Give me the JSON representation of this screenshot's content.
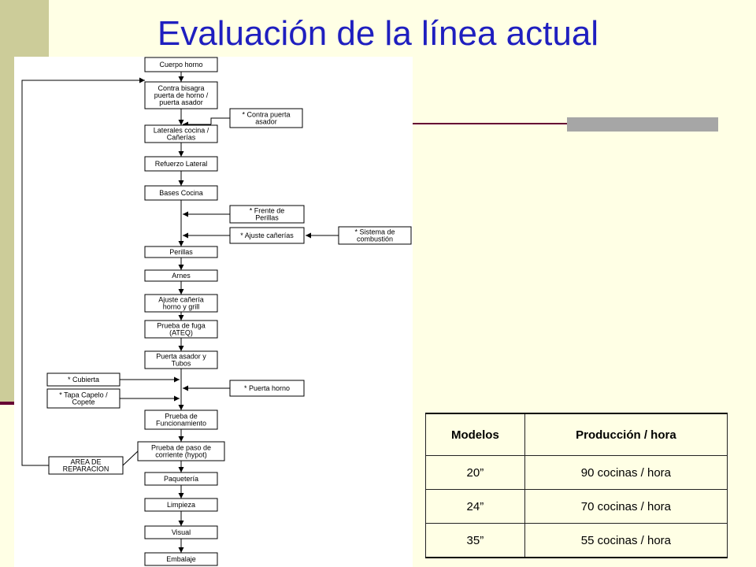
{
  "title": "Evaluación de la línea actual",
  "flowchart": {
    "main_steps": [
      [
        "Cuerpo horno"
      ],
      [
        "Contra bisagra",
        "puerta de horno /",
        "puerta asador"
      ],
      [
        "Laterales cocina /",
        "Cañerías"
      ],
      [
        "Refuerzo Lateral"
      ],
      [
        "Bases Cocina"
      ],
      [
        "Perillas"
      ],
      [
        "Arnes"
      ],
      [
        "Ajuste cañería",
        "horno y grill"
      ],
      [
        "Prueba de fuga",
        "(ATEQ)"
      ],
      [
        "Puerta asador y",
        "Tubos"
      ],
      [
        "Prueba de",
        "Funcionamiento"
      ],
      [
        "Prueba de paso de",
        "corriente (hypot)"
      ],
      [
        "Paquetería"
      ],
      [
        "Limpieza"
      ],
      [
        "Visual"
      ],
      [
        "Embalaje"
      ]
    ],
    "side_inputs": [
      [
        "* Contra puerta",
        "asador"
      ],
      [
        "* Frente de",
        "Perillas"
      ],
      [
        "* Ajuste cañerías"
      ],
      [
        "* Sistema de",
        "combustión"
      ],
      [
        "* Cubierta"
      ],
      [
        "* Tapa Capelo /",
        "Copete"
      ],
      [
        "* Puerta horno"
      ]
    ],
    "repair": [
      "AREA DE",
      "REPARACION"
    ]
  },
  "table": {
    "headers": [
      "Modelos",
      "Producción / hora"
    ],
    "rows": [
      [
        "20”",
        "90 cocinas / hora"
      ],
      [
        "24”",
        "70 cocinas / hora"
      ],
      [
        "35”",
        "55 cocinas / hora"
      ]
    ]
  }
}
